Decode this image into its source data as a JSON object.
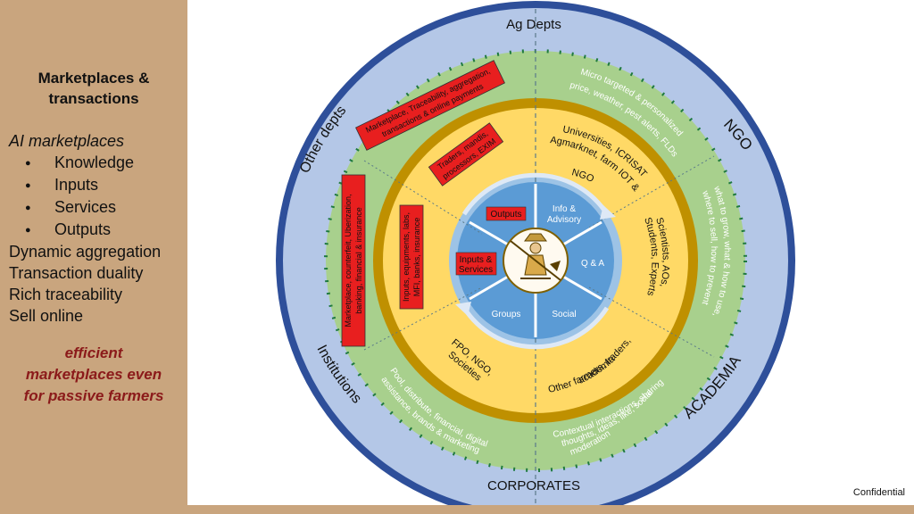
{
  "sidebar": {
    "title": "Marketplaces &\ntransactions",
    "items": [
      {
        "text": "AI marketplaces",
        "kind": "it"
      },
      {
        "text": "Knowledge",
        "kind": "bul"
      },
      {
        "text": "Inputs",
        "kind": "bul"
      },
      {
        "text": "Services",
        "kind": "bul"
      },
      {
        "text": "Outputs",
        "kind": "bul"
      },
      {
        "text": "Dynamic aggregation",
        "kind": "plain"
      },
      {
        "text": "Transaction duality",
        "kind": "plain"
      },
      {
        "text": "Rich traceability",
        "kind": "plain"
      },
      {
        "text": "Sell online",
        "kind": "plain"
      }
    ],
    "note": "efficient\nmarketplaces even\nfor passive farmers"
  },
  "footer": "Confidential",
  "diagram": {
    "center_icon": "farmer-icon",
    "outer_ring": {
      "top": "Ag Depts",
      "right": "NGO",
      "right_bottom": "ACADEMIA",
      "bottom": "CORPORATES",
      "left_top": "Other depts",
      "left_bottom": "Institutions"
    },
    "green_ring": {
      "top_right": [
        "Micro targeted & personalized",
        "price, weather, pest alerts, FLDs"
      ],
      "right": [
        "what to grow, what & how to use,",
        "where to sell, how to prevent"
      ],
      "bottom_right": [
        "Contextual interactions, sharing",
        "thoughts, ideas, like, social",
        "moderation"
      ],
      "bottom_left": [
        "Pool, distribute, financial, digital",
        "assistance, brands & marketing"
      ]
    },
    "highlights": {
      "green_top": [
        "Marketplace, Traceability, aggregation,",
        "transactions & online payments"
      ],
      "green_left": [
        "Marketplace, counterfeit, Uberization,",
        "banking, financial & insurance"
      ],
      "yellow_top": [
        "Traders, mandis,",
        "processors, EXIM"
      ],
      "yellow_left": [
        "Inputs, equipments, labs,",
        "MFI, banks, insurance"
      ]
    },
    "yellow_ring": {
      "top_right": [
        "Universities, ICRISAT",
        "Agmarknet, farm IOT &",
        "NGO"
      ],
      "right": [
        "Scientists, AOs,",
        "Students, Experts"
      ],
      "bottom_right": [
        "Other farmers, traders,",
        "academia"
      ],
      "bottom_left": [
        "FPO, NGO,",
        "Societies"
      ]
    },
    "sectors": {
      "outputs": "Outputs",
      "info_advisory": [
        "Info &",
        "Advisory"
      ],
      "qa": "Q & A",
      "social": "Social",
      "groups": "Groups",
      "inputs_services": [
        "Inputs &",
        "Services"
      ]
    }
  }
}
